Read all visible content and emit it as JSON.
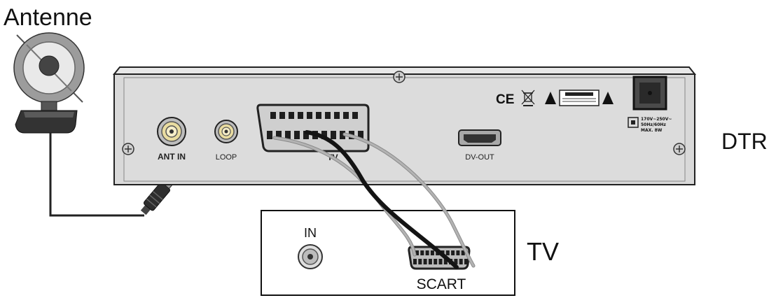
{
  "antenna": {
    "label": "Antenne"
  },
  "receiver": {
    "label": "DTR",
    "ports": {
      "ant_in": "ANT IN",
      "loop": "LOOP",
      "scart": "TV",
      "hdmi": "DV-OUT"
    },
    "ce_mark": "CE",
    "power_rating": [
      "170V~250V~",
      "50Hz/60Hz",
      "MAX. 8W"
    ]
  },
  "tv": {
    "label": "TV",
    "ports": {
      "in": "IN",
      "scart": "SCART"
    }
  },
  "colors": {
    "panel": "#d9d9d9",
    "connector_gold": "#e9dca0",
    "cable_gray": "#a9a9a9",
    "cable_black": "#141414",
    "outline": "#222222"
  }
}
